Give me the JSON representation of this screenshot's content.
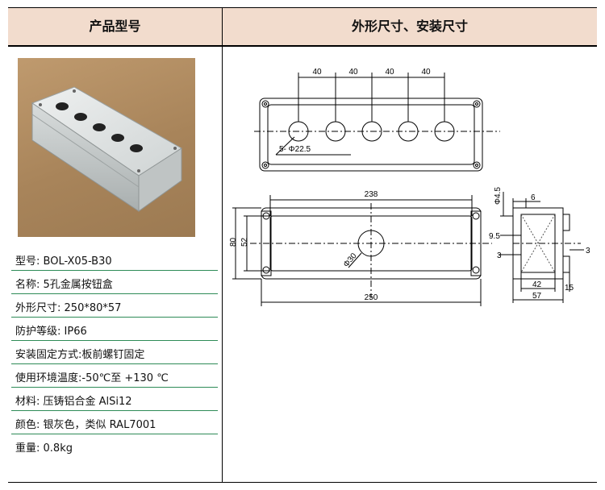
{
  "header": {
    "left_title": "产品型号",
    "right_title": "外形尺寸、安装尺寸"
  },
  "specs": [
    {
      "label": "型号:",
      "value": "BOL-X05-B30"
    },
    {
      "label": "名称:",
      "value": "5孔金属按钮盒"
    },
    {
      "label": "外形尺寸:",
      "value": "250*80*57"
    },
    {
      "label": "防护等级:",
      "value": "IP66"
    },
    {
      "label": "安装固定方式:",
      "value": "板前螺钉固定"
    },
    {
      "label": "使用环境温度:",
      "value": "-50℃至 +130 ℃"
    },
    {
      "label": "材料:",
      "value": "压铸铝合金  AlSi12"
    },
    {
      "label": "颜色:",
      "value": "银灰色，类似 RAL7001"
    },
    {
      "label": "重量:",
      "value": "0.8kg"
    }
  ],
  "drawing": {
    "top_view": {
      "spacing_labels": [
        "40",
        "40",
        "40",
        "40"
      ],
      "hole_label": "5- Φ22.5"
    },
    "front_view": {
      "width_inner": "238",
      "width_outer": "250",
      "height_outer": "80",
      "height_inner": "52",
      "hole_label": "Φ30"
    },
    "side_view": {
      "hole_label": "Φ4.5",
      "dim_6": "6",
      "dim_9_5": "9.5",
      "dim_3_left": "3",
      "dim_3_right": "3",
      "dim_42": "42",
      "dim_15": "15",
      "dim_57": "57"
    }
  }
}
